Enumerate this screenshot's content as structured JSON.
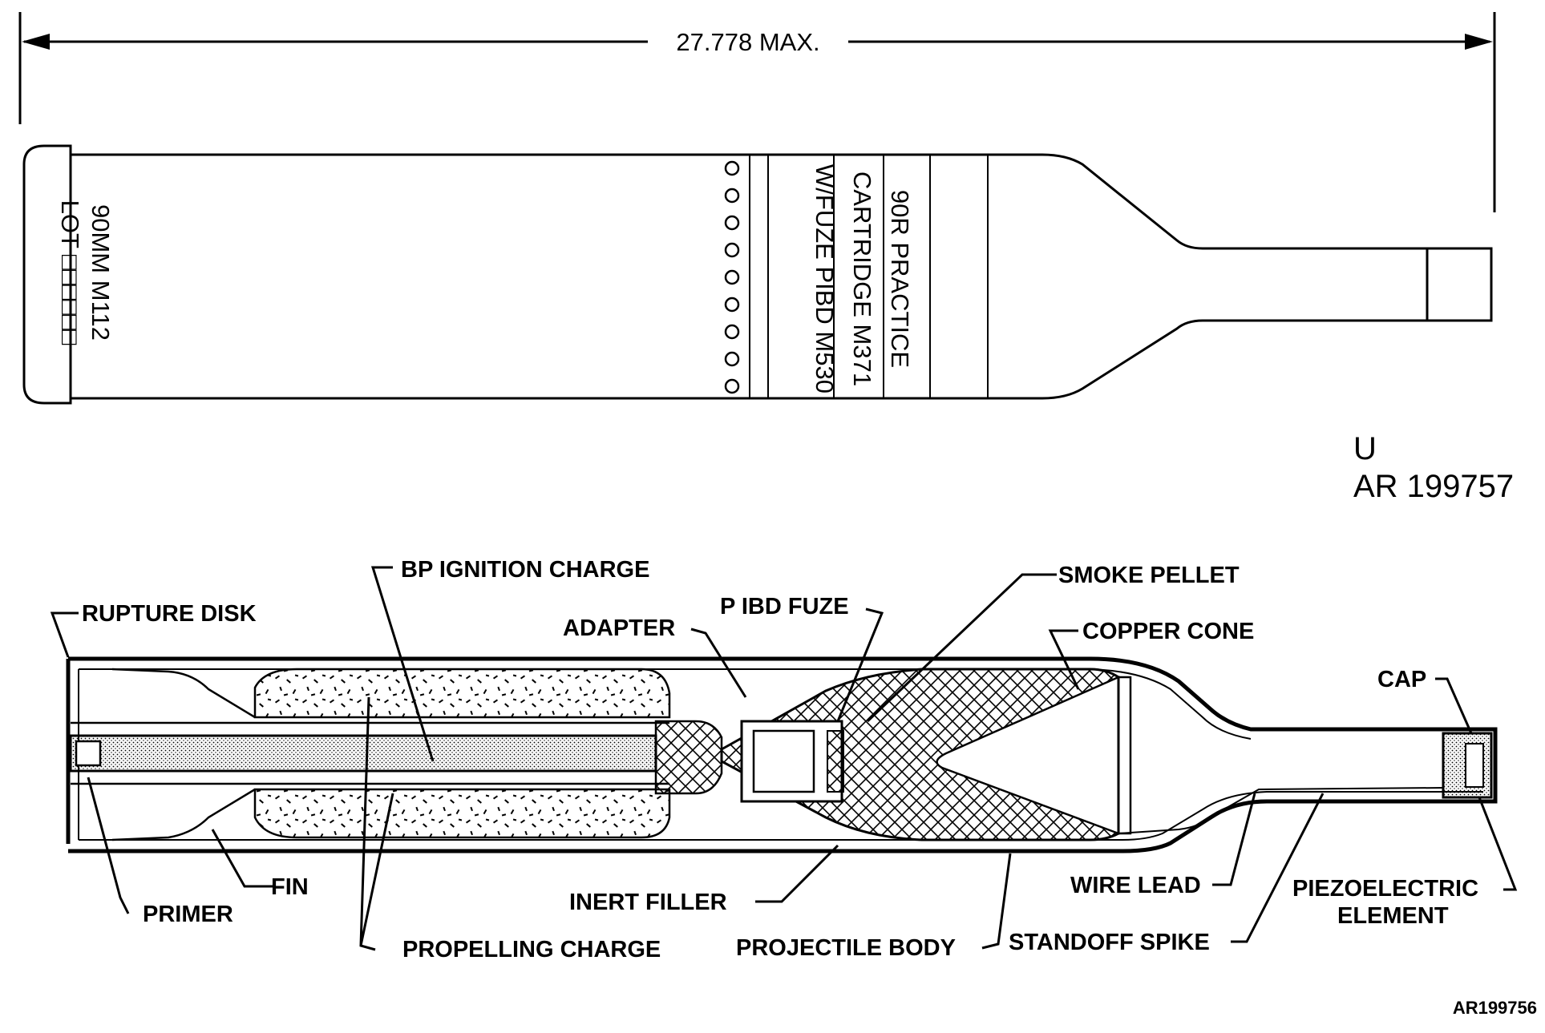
{
  "top_view": {
    "dimension_label": "27.778 MAX.",
    "stencil_left": [
      "90MM M112",
      "LOT □□□□□□"
    ],
    "stencil_band": [
      "90R PRACTICE",
      "CARTRIDGE M371",
      "W/FUZE PIBD M530"
    ],
    "figure_code": [
      "U",
      "AR 199757"
    ]
  },
  "section_view": {
    "labels": {
      "rupture_disk": "RUPTURE DISK",
      "bp_ignition_charge": "BP IGNITION CHARGE",
      "adapter": "ADAPTER",
      "pibd_fuze": "P IBD FUZE",
      "smoke_pellet": "SMOKE PELLET",
      "copper_cone": "COPPER CONE",
      "cap": "CAP",
      "primer": "PRIMER",
      "fin": "FIN",
      "propelling_charge": "PROPELLING CHARGE",
      "inert_filler": "INERT FILLER",
      "projectile_body": "PROJECTILE BODY",
      "wire_lead": "WIRE LEAD",
      "standoff_spike": "STANDOFF SPIKE",
      "piezoelectric_element": [
        "PIEZOELECTRIC",
        "ELEMENT"
      ]
    },
    "figure_code": "AR199756"
  }
}
